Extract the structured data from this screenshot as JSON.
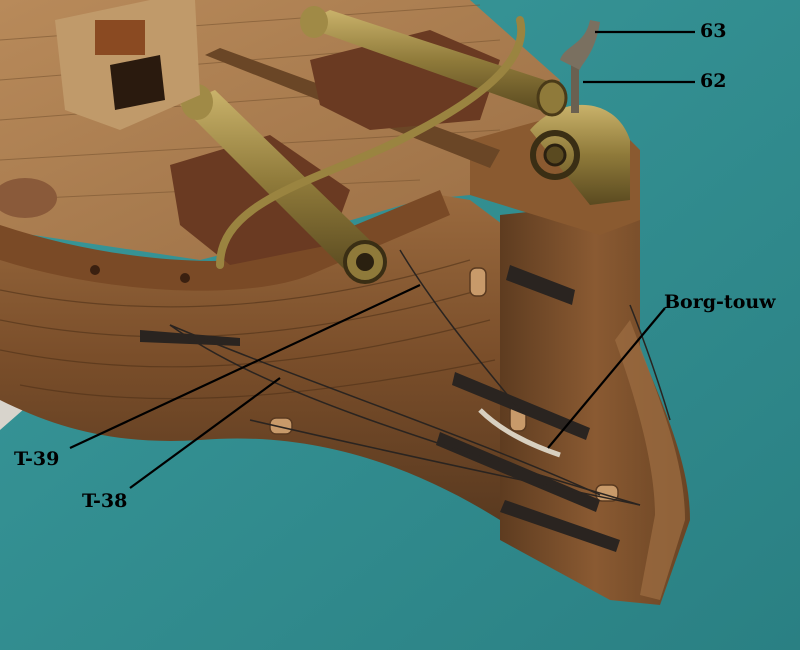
{
  "photo": {
    "subject": "Model ship stern with brass cannons and rudder",
    "background_color": "#2f8c8f",
    "wood_color": "#8a5a32",
    "brass_color": "#8f7a3a"
  },
  "annotations": [
    {
      "id": "63",
      "text": "63"
    },
    {
      "id": "62",
      "text": "62"
    },
    {
      "id": "borg",
      "text": "Borg-touw"
    },
    {
      "id": "t39",
      "text": "T-39"
    },
    {
      "id": "t38",
      "text": "T-38"
    }
  ]
}
